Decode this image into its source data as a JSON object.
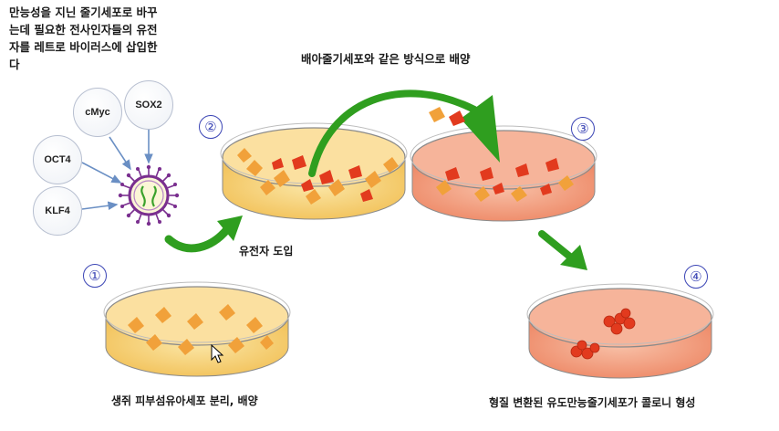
{
  "texts": {
    "intro": "만능성을 지닌 줄기세포로 바꾸\n는데 필요한 전사인자들의 유전\n자를 레트로 바이러스에 삽입한\n다",
    "culture_method": "배아줄기세포와 같은 방식으로 배양",
    "gene_transfer": "유전자 도입",
    "isolate_culture": "생쥐 피부섬유아세포 분리, 배양",
    "colony_formation": "형질 변환된 유도만능줄기세포가 콜로니 형성"
  },
  "factors": [
    "cMyc",
    "SOX2",
    "OCT4",
    "KLF4"
  ],
  "step_numbers": [
    "①",
    "②",
    "③",
    "④"
  ],
  "colors": {
    "arrow_green": "#2f9e1f",
    "factor_arrow": "#6a8fc4",
    "virus_purple": "#7a2f8f",
    "dish_yellow": "#f6d27a",
    "cell_orange": "#f1a13a",
    "cell_red": "#e23a1e",
    "dish_pink": "#f4a083",
    "number_blue": "#3b45b5"
  }
}
